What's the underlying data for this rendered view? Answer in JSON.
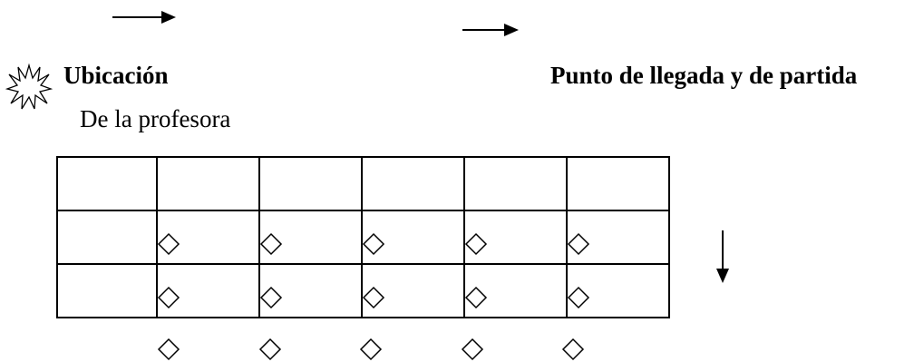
{
  "labels": {
    "location_title": "Ubicación",
    "location_subtitle": "De la profesora",
    "arrival_title": "Punto de llegada y de partida"
  },
  "icons": {
    "burst": "starburst-icon",
    "arrow_right": "arrow-right-icon",
    "arrow_down": "arrow-down-icon",
    "seat": "diamond-icon"
  },
  "grid": {
    "rows": 3,
    "columns": 6,
    "rows_with_seats": [
      1,
      2
    ],
    "seat_columns": [
      1,
      2,
      3,
      4,
      5
    ]
  },
  "loose_seat_row": {
    "count": 5
  }
}
